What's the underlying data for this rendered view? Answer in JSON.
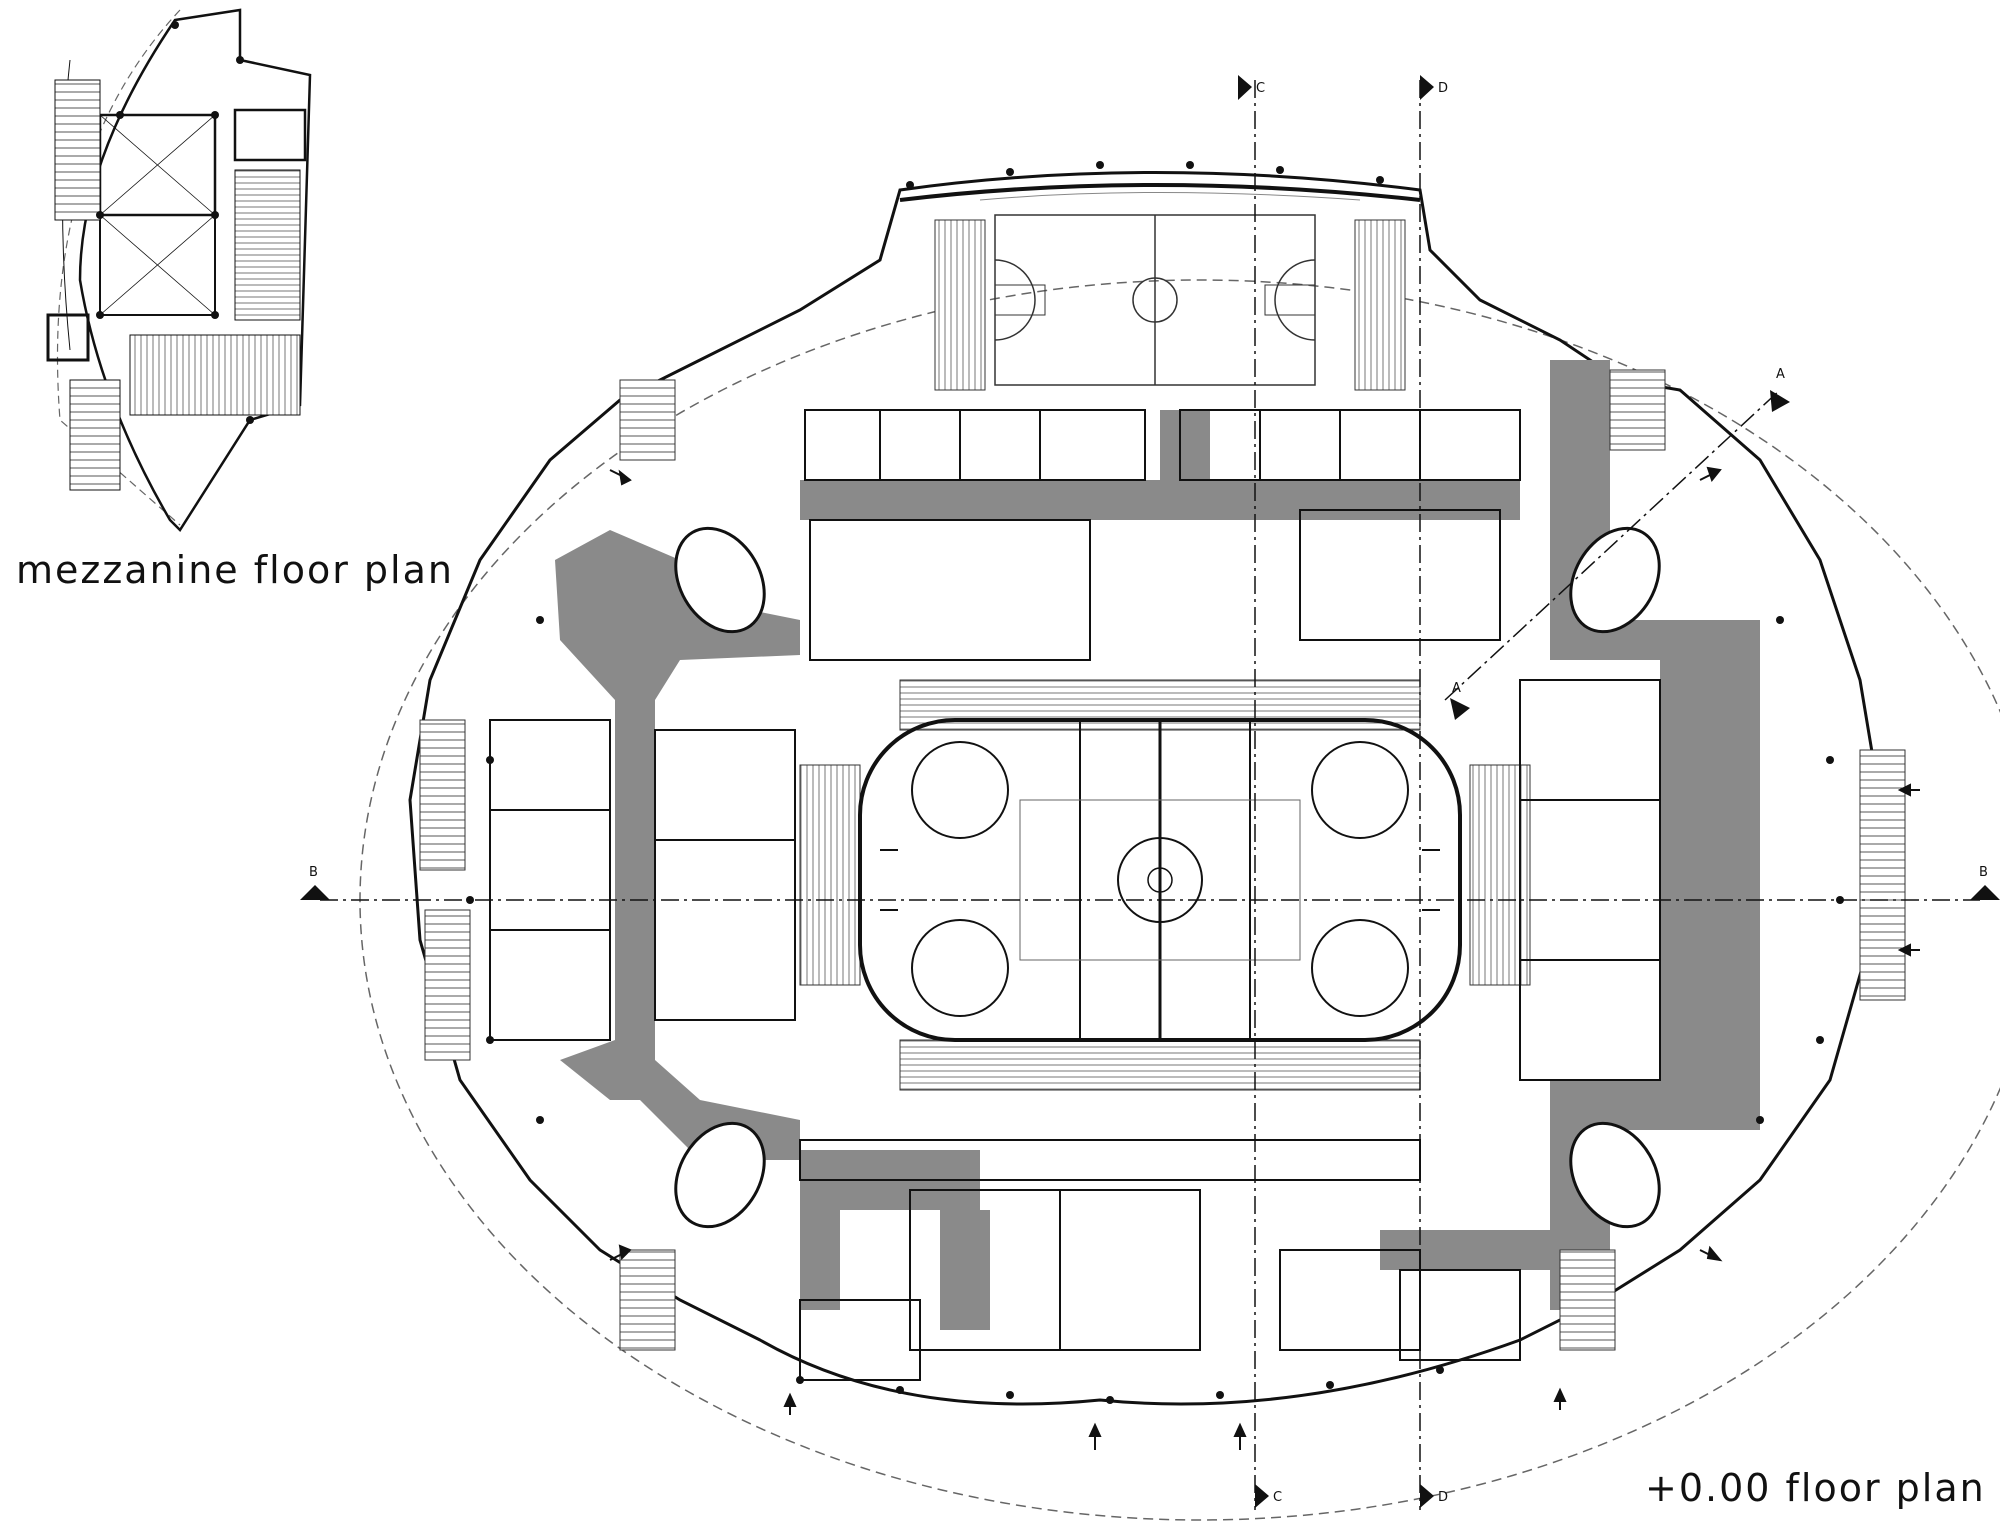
{
  "labels": {
    "mezzanine": "mezzanine floor plan",
    "ground": "+0.00 floor plan"
  },
  "section_markers": {
    "a": "A",
    "b": "B",
    "c": "C",
    "d": "D"
  },
  "colors": {
    "corridor_fill": "#8a8a8a",
    "line": "#111111",
    "background": "#ffffff"
  }
}
